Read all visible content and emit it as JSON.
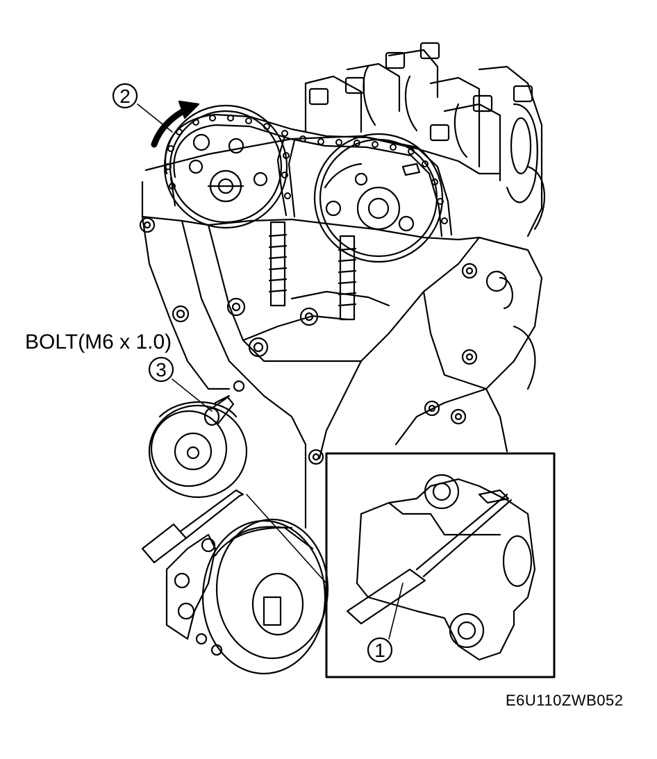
{
  "labels": {
    "bolt": "BOLT(M6 x 1.0)",
    "figure_code": "E6U110ZWB052"
  },
  "callouts": {
    "c1": "1",
    "c2": "2",
    "c3": "3"
  }
}
